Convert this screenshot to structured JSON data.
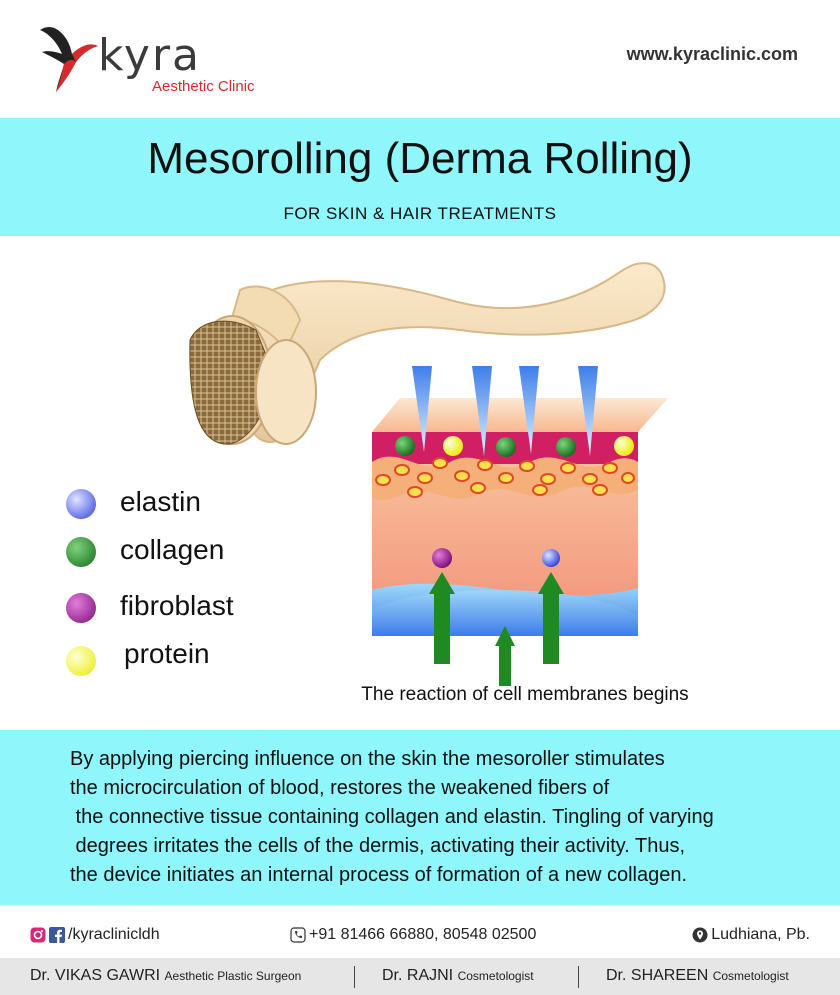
{
  "brand": {
    "name": "kyra",
    "tagline": "Aesthetic Clinic",
    "website": "www.kyraclinic.com",
    "accent_color": "#d8292c"
  },
  "title": {
    "main": "Mesorolling (Derma Rolling)",
    "subtitle": "FOR SKIN & HAIR TREATMENTS",
    "band_color": "#8ff6fb"
  },
  "legend": [
    {
      "label": "elastin",
      "color": "#3b4ff0"
    },
    {
      "label": "collagen",
      "color": "#1f8a22"
    },
    {
      "label": "fibroblast",
      "color": "#a0169a"
    },
    {
      "label": "protein",
      "color": "#f4f41a"
    }
  ],
  "caption": "The reaction of cell membranes begins",
  "description": [
    "By applying piercing influence on the skin the mesoroller stimulates",
    "the microcirculation of blood, restores the weakened fibers of",
    " the connective tissue containing collagen and elastin. Tingling of varying",
    " degrees irritates the cells of the dermis, activating their activity. Thus,",
    "the device initiates an internal process of formation of a new collagen."
  ],
  "contact": {
    "social": "/kyraclinicldh",
    "social_icons": [
      "instagram-icon",
      "facebook-icon"
    ],
    "phone": "+91 81466 66880, 80548 02500",
    "location": "Ludhiana, Pb."
  },
  "doctors": [
    {
      "name": "Dr. VIKAS GAWRI",
      "role": "Aesthetic Plastic Surgeon"
    },
    {
      "name": "Dr. RAJNI",
      "role": "Cosmetologist"
    },
    {
      "name": "Dr. SHAREEN",
      "role": "Cosmetologist"
    }
  ]
}
